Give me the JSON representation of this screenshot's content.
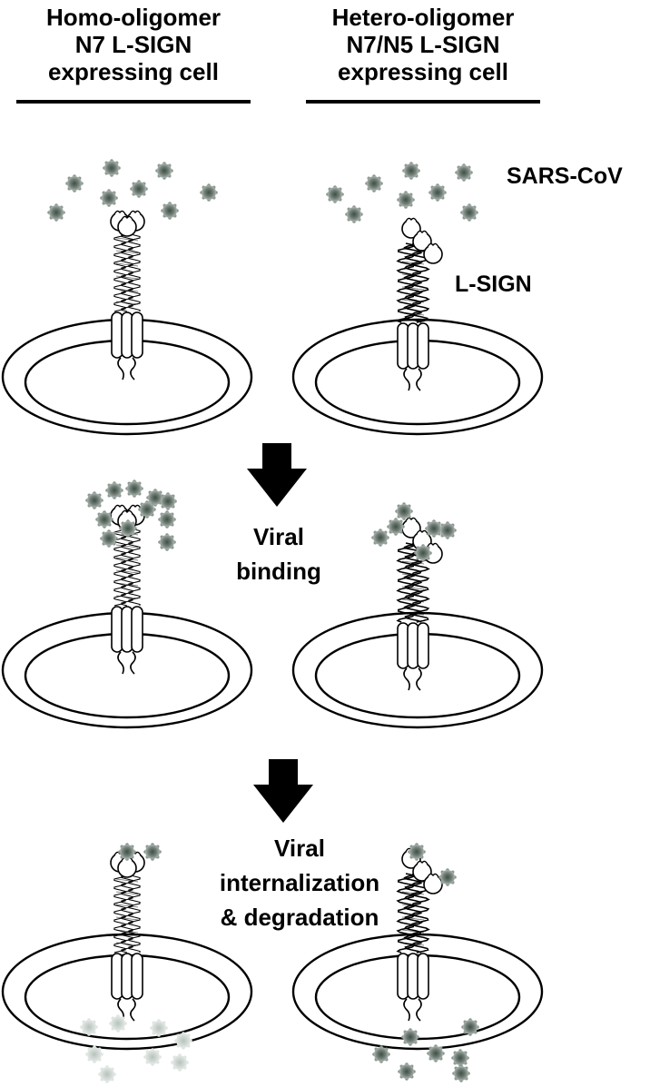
{
  "headers": {
    "left": [
      "Homo-oligomer",
      "N7 L-SIGN",
      "expressing cell"
    ],
    "right": [
      "Hetero-oligomer",
      "N7/N5 L-SIGN",
      "expressing cell"
    ]
  },
  "labels": {
    "virus": "SARS-CoV",
    "receptor": "L-SIGN"
  },
  "steps": {
    "binding": [
      "Viral",
      "binding"
    ],
    "internalization": [
      "Viral",
      "internalization",
      "& degradation"
    ]
  },
  "colors": {
    "ink": "#000000",
    "virus": "#6e7c74",
    "virus_faded": "#c9d1cc",
    "paper": "#ffffff"
  },
  "icons": [
    "down-arrow-icon",
    "virus-particle-icon",
    "cell-membrane-icon",
    "lsign-receptor-icon"
  ]
}
